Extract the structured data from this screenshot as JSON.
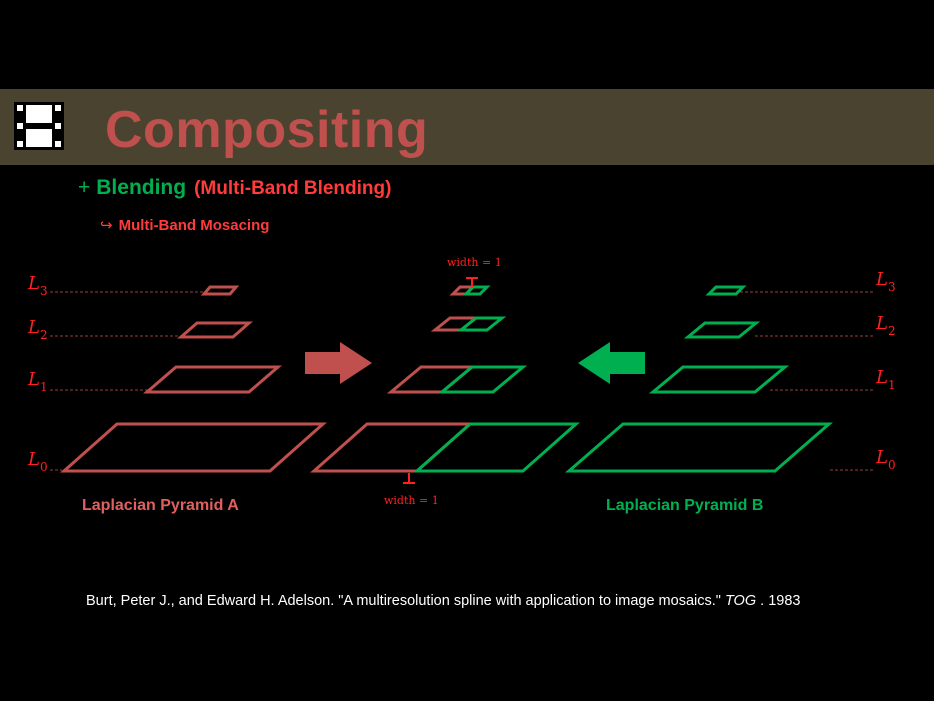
{
  "slide": {
    "title": "Compositing",
    "subtitle_plus": "+",
    "subtitle_main": "Blending",
    "subtitle_paren": "(Multi-Band Blending)",
    "sub_arrow": "↪",
    "sub_item": "Multi-Band Mosacing",
    "width_label_top": "width = 1",
    "width_label_bottom": "width = 1",
    "caption_a": "Laplacian Pyramid A",
    "caption_b": "Laplacian Pyramid B",
    "citation_prefix": "Burt, Peter J., and Edward H. Adelson. \"A multiresolution spline with application to image mosaics.\"",
    "citation_journal": "TOG",
    "citation_suffix": ". 1983"
  },
  "levels": [
    {
      "letter": "L",
      "sub": "3"
    },
    {
      "letter": "L",
      "sub": "2"
    },
    {
      "letter": "L",
      "sub": "1"
    },
    {
      "letter": "L",
      "sub": "0"
    }
  ],
  "colors": {
    "pyramid_a": "#c0504d",
    "pyramid_b": "#00b050",
    "title_band": "#4a4330",
    "accent_red": "#ff2020"
  },
  "icons": [
    "film-strip-icon",
    "right-arrow-icon",
    "left-arrow-icon"
  ]
}
